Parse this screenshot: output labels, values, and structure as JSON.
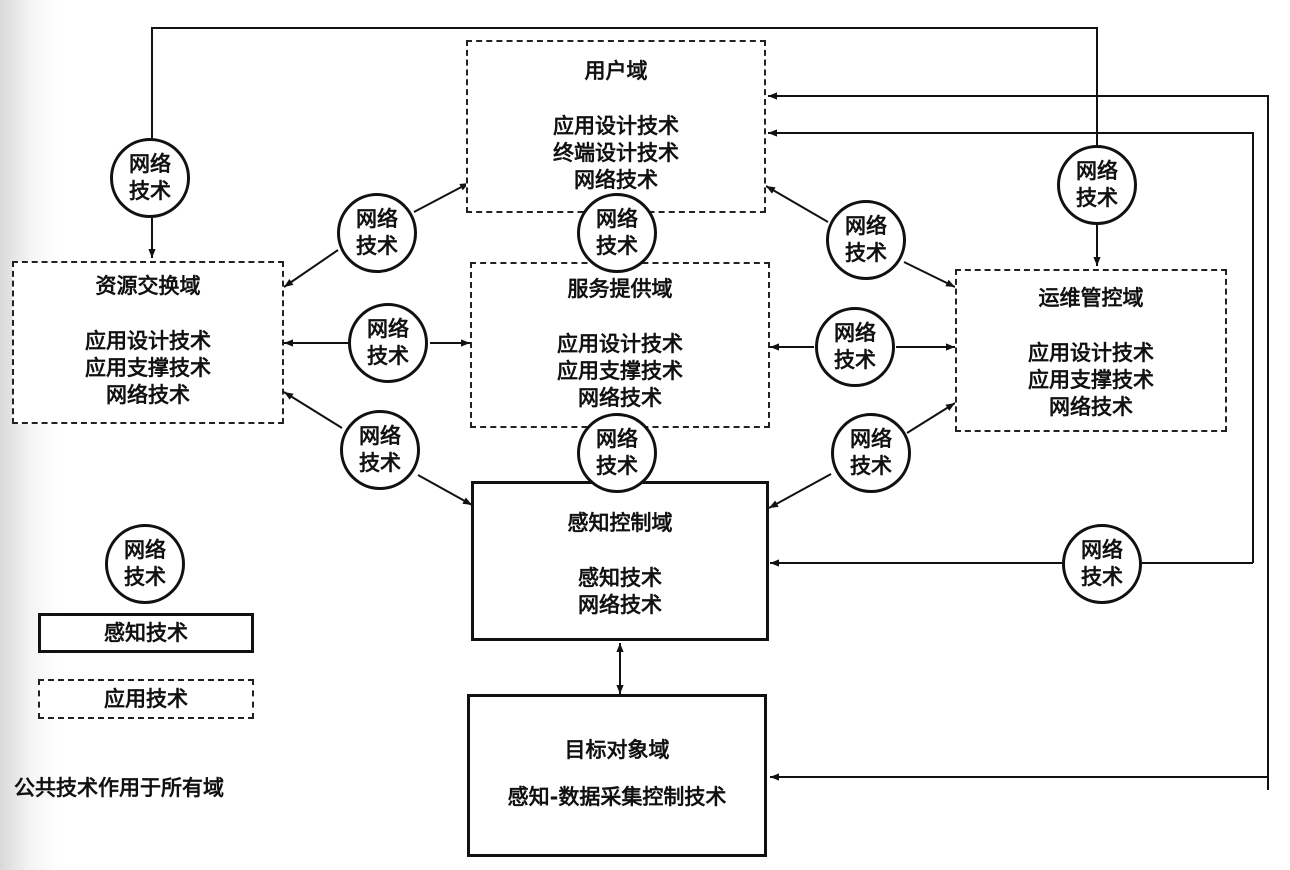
{
  "domains": {
    "user": {
      "title": "用户域",
      "techs": [
        "应用设计技术",
        "终端设计技术",
        "网络技术"
      ]
    },
    "resource_exchange": {
      "title": "资源交换域",
      "techs": [
        "应用设计技术",
        "应用支撑技术",
        "网络技术"
      ]
    },
    "service_provision": {
      "title": "服务提供域",
      "techs": [
        "应用设计技术",
        "应用支撑技术",
        "网络技术"
      ]
    },
    "ops_control": {
      "title": "运维管控域",
      "techs": [
        "应用设计技术",
        "应用支撑技术",
        "网络技术"
      ]
    },
    "sensing_control": {
      "title": "感知控制域",
      "techs": [
        "感知技术",
        "网络技术"
      ]
    },
    "target_object": {
      "title": "目标对象域",
      "techs": [
        "感知-数据采集控制技术"
      ]
    }
  },
  "network_node": {
    "line1": "网络",
    "line2": "技术"
  },
  "legend": {
    "network_tech": {
      "line1": "网络",
      "line2": "技术"
    },
    "sensing_tech": "感知技术",
    "application_tech": "应用技术",
    "note": "公共技术作用于所有域"
  },
  "connections": [
    {
      "from": "resource_exchange",
      "to": "user",
      "via": "network_tech",
      "direction": "bidirectional"
    },
    {
      "from": "resource_exchange",
      "to": "service_provision",
      "via": "network_tech",
      "direction": "bidirectional"
    },
    {
      "from": "resource_exchange",
      "to": "sensing_control",
      "via": "network_tech",
      "direction": "bidirectional"
    },
    {
      "from": "user",
      "to": "service_provision",
      "via": "network_tech",
      "direction": "link"
    },
    {
      "from": "service_provision",
      "to": "sensing_control",
      "via": "network_tech",
      "direction": "link"
    },
    {
      "from": "user",
      "to": "ops_control",
      "via": "network_tech",
      "direction": "bidirectional"
    },
    {
      "from": "service_provision",
      "to": "ops_control",
      "via": "network_tech",
      "direction": "bidirectional"
    },
    {
      "from": "ops_control",
      "to": "sensing_control",
      "via": "network_tech",
      "direction": "bidirectional"
    },
    {
      "from": "ops_control",
      "to": "resource_exchange",
      "via": "network_tech",
      "direction": "to"
    },
    {
      "from": "user",
      "to": "ops_control",
      "via": "network_tech",
      "direction": "to"
    },
    {
      "from": "ops_control",
      "to": "user",
      "via": "loop",
      "direction": "to"
    },
    {
      "from": "ops_control",
      "to": "sensing_control",
      "via": "network_tech",
      "direction": "to"
    },
    {
      "from": "ops_control",
      "to": "target_object",
      "via": "loop",
      "direction": "to"
    },
    {
      "from": "sensing_control",
      "to": "target_object",
      "via": "direct",
      "direction": "bidirectional"
    }
  ]
}
